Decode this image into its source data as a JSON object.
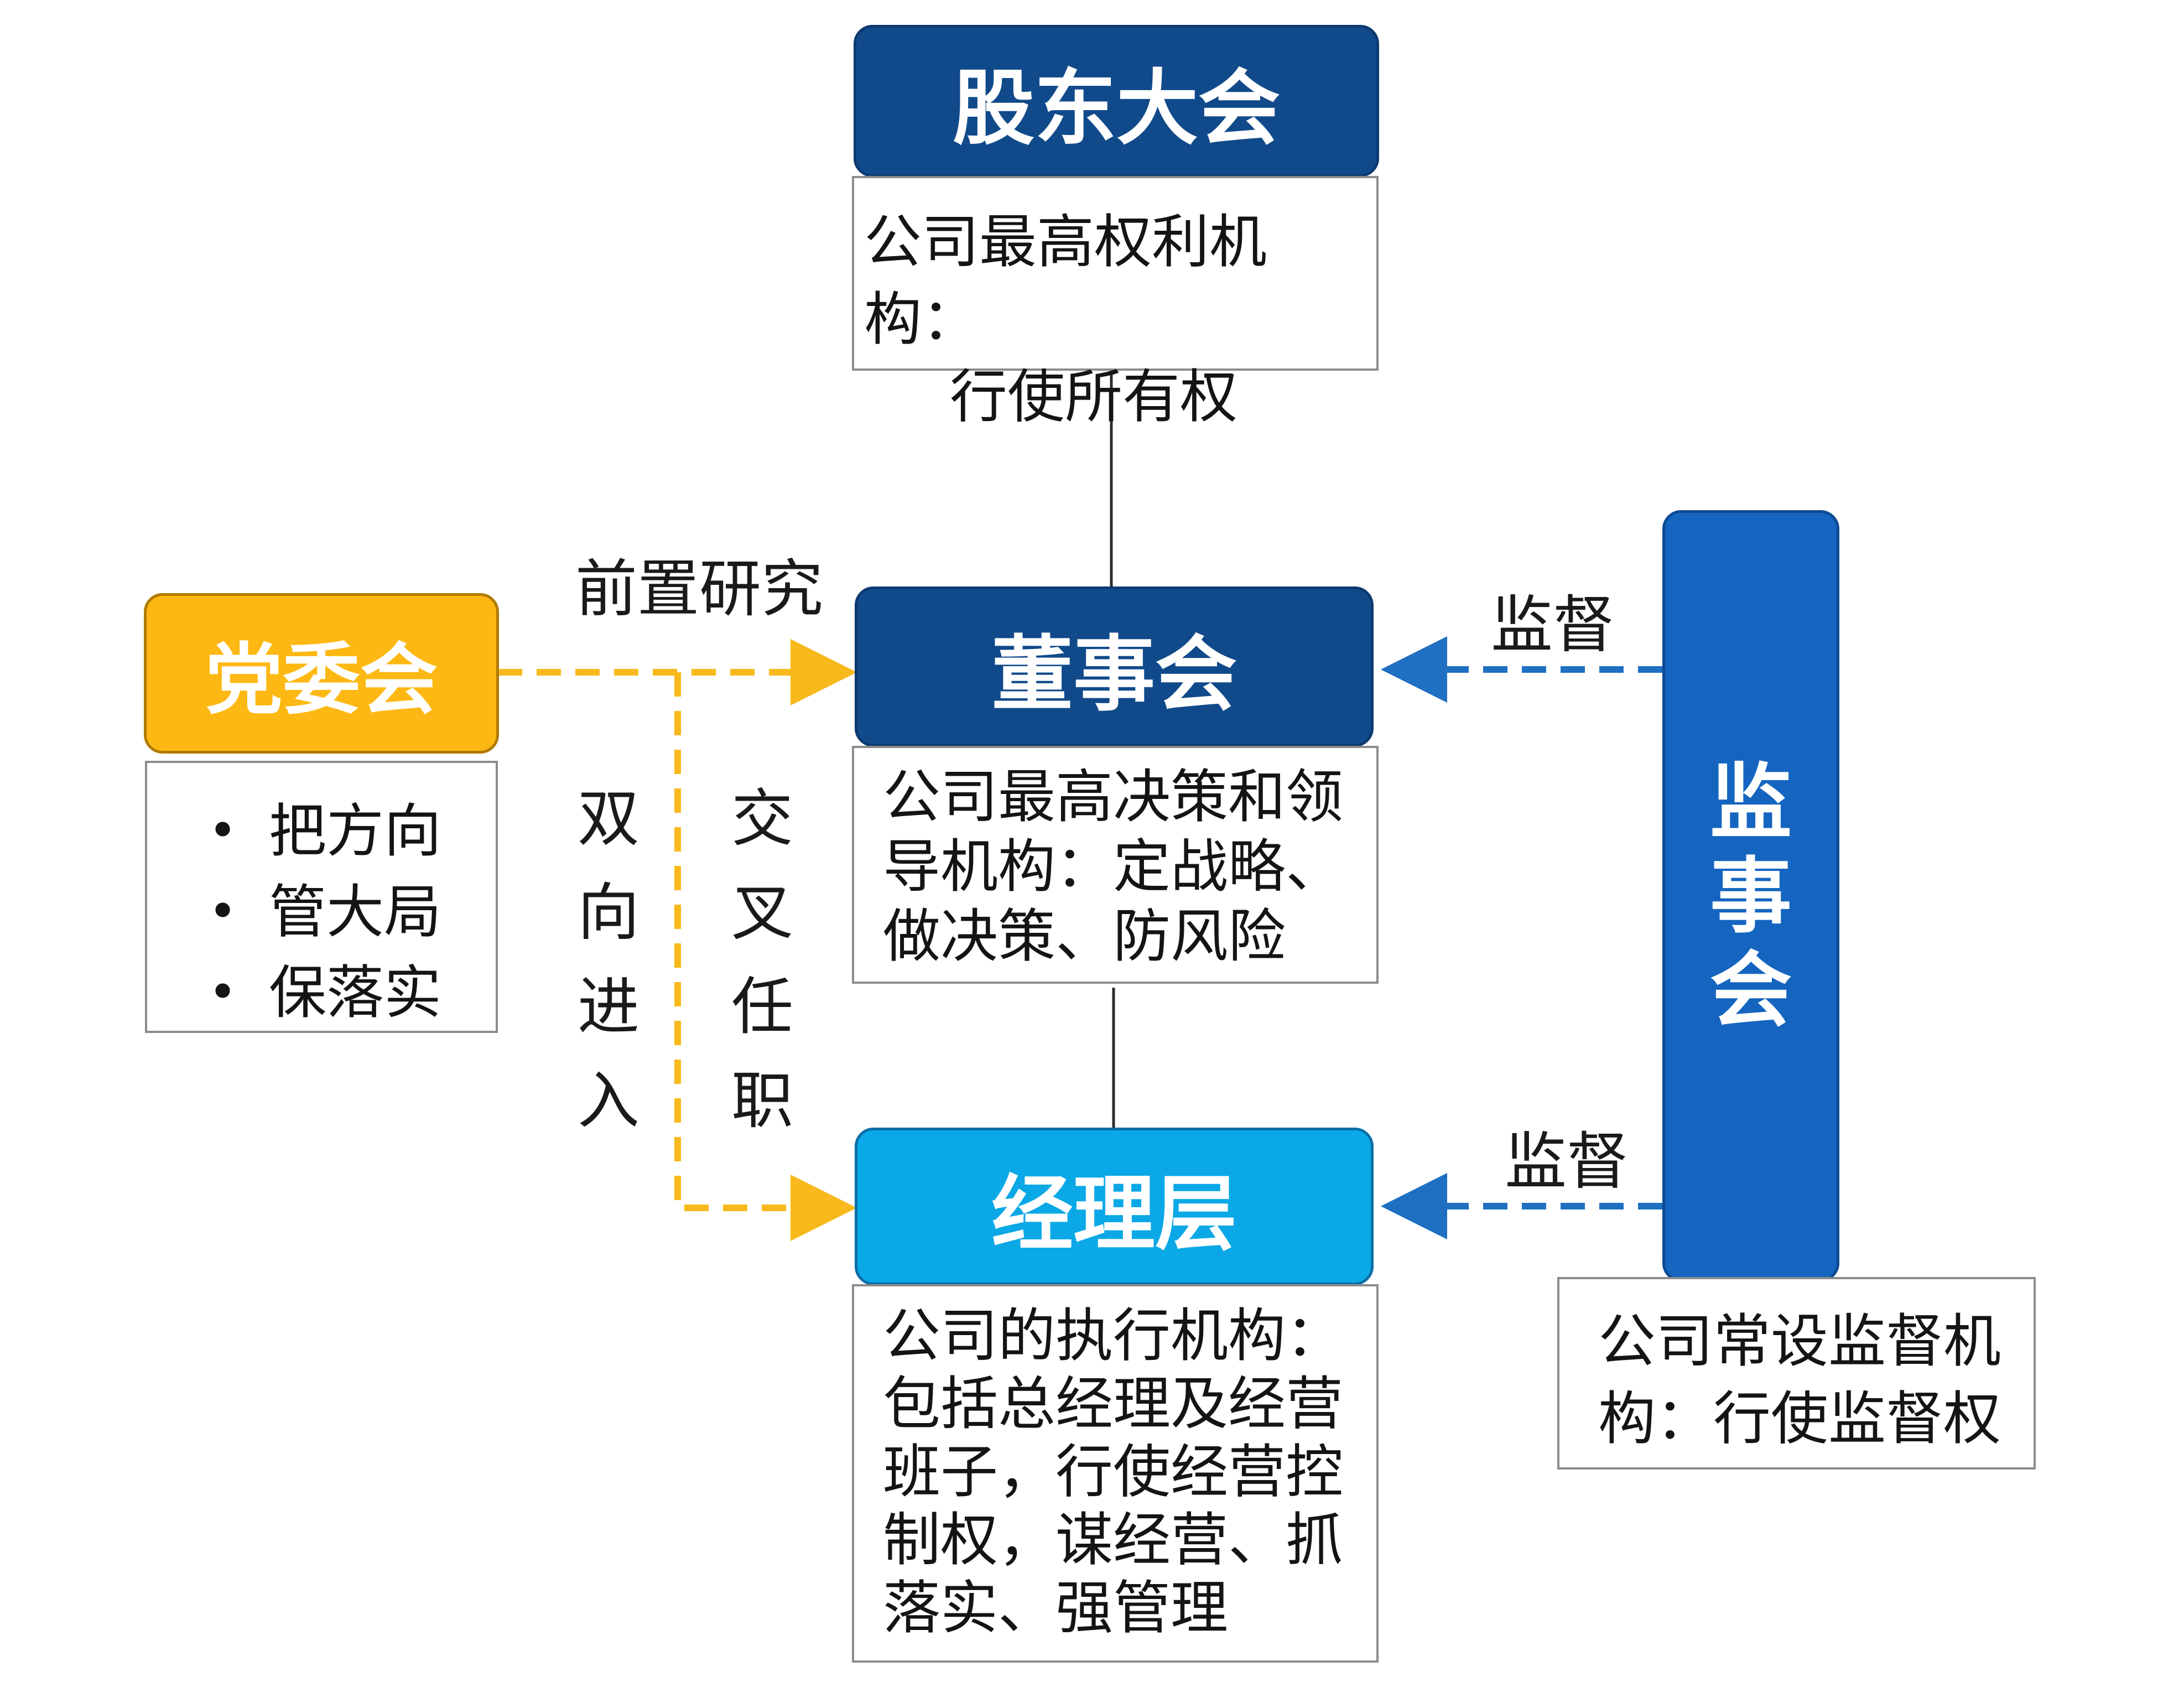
{
  "shareholders": {
    "title": "股东大会",
    "desc_lines": [
      "公司最高权利机构：",
      "行使所有权"
    ]
  },
  "board": {
    "title": "董事会",
    "desc_lines": [
      "公司最高决策和领",
      "导机构：定战略、",
      "做决策、防风险"
    ]
  },
  "management": {
    "title": "经理层",
    "desc_lines": [
      "公司的执行机构：",
      "包括总经理及经营",
      "班子，行使经营控",
      "制权，谋经营、抓",
      "落实、强管理"
    ]
  },
  "party_committee": {
    "title": "党委会",
    "bullets": [
      "把方向",
      "管大局",
      "保落实"
    ]
  },
  "supervisory": {
    "title_chars": [
      "监",
      "事",
      "会"
    ],
    "desc_lines": [
      "公司常设监督机",
      "构：行使监督权"
    ]
  },
  "labels": {
    "pre_research": "前置研究",
    "two_way_chars": [
      "双",
      "向",
      "进",
      "入"
    ],
    "cross_chars": [
      "交",
      "叉",
      "任",
      "职"
    ],
    "supervise_top": "监督",
    "supervise_bottom": "监督"
  },
  "colors": {
    "navy": "#114a8a",
    "cyan": "#0aa8e6",
    "gold": "#fdb813",
    "blue": "#1565c0",
    "dashed_gold": "#f7b91c",
    "dashed_blue": "#1f6fc2"
  }
}
